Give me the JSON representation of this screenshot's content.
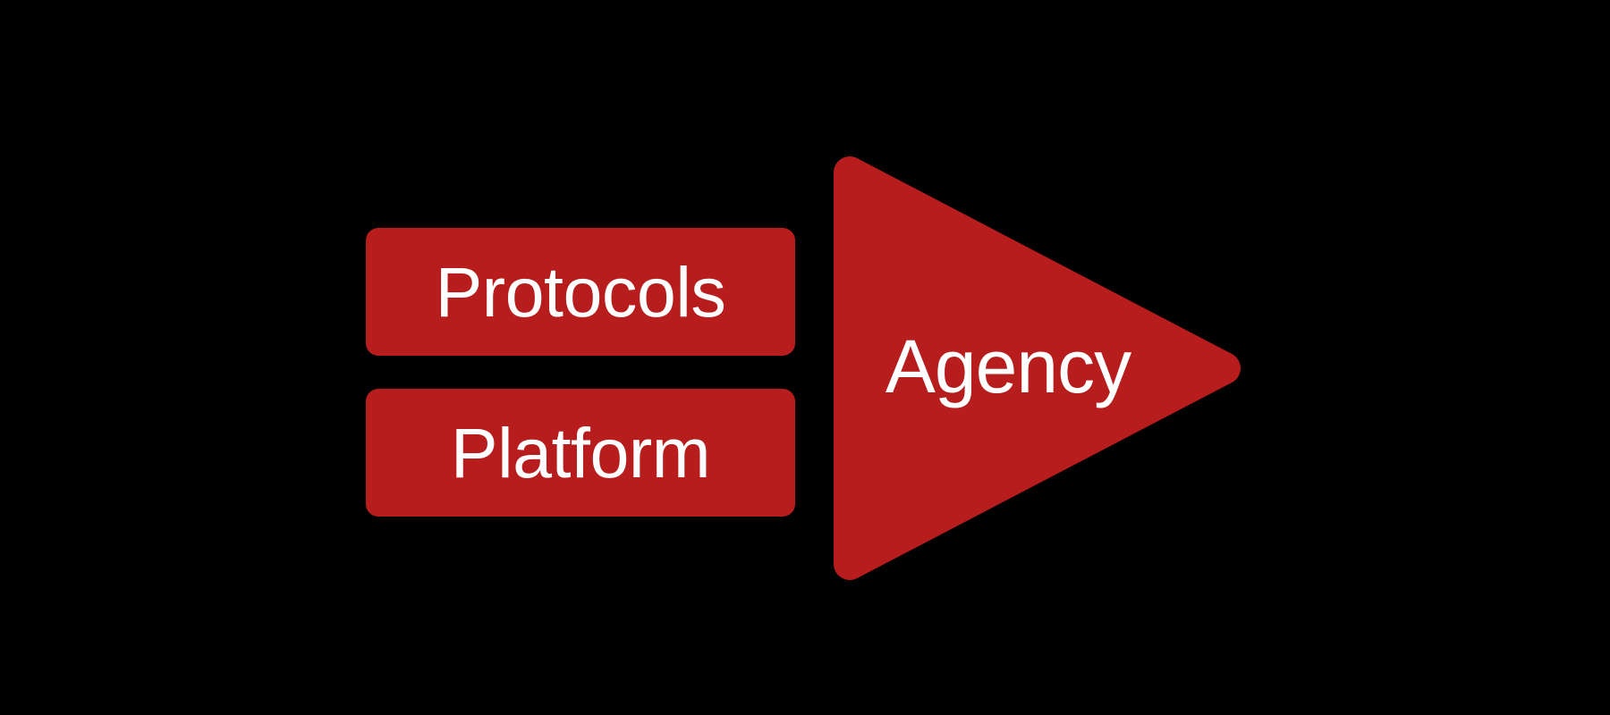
{
  "canvas": {
    "background": "#000000",
    "accent_red": "#B71D1D",
    "text_color": "#FFFFFF"
  },
  "diagram": {
    "inputs": [
      {
        "label": "Protocols"
      },
      {
        "label": "Platform"
      }
    ],
    "arrow": {
      "label": "Agency"
    }
  }
}
